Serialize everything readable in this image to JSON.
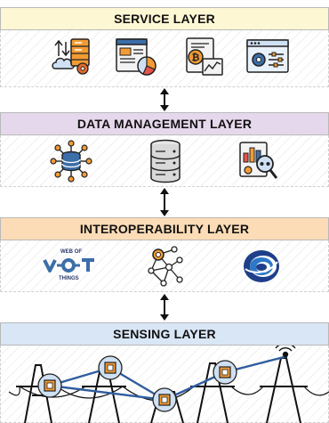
{
  "layers": {
    "service": {
      "title": "SERVICE LAYER"
    },
    "data_management": {
      "title": "DATA MANAGEMENT LAYER"
    },
    "interoperability": {
      "title": "INTEROPERABILITY LAYER"
    },
    "sensing": {
      "title": "SENSING LAYER"
    }
  },
  "wot_logo": {
    "top": "WEB OF",
    "bottom": "THINGS"
  },
  "colors": {
    "service_header": "#fef7d4",
    "data_management_header": "#e6d8ec",
    "interoperability_header": "#fbdcb6",
    "sensing_header": "#d9e6f5",
    "icon_orange": "#f39c34",
    "icon_blue": "#3c6ea8",
    "link_blue": "#2f5d9e"
  }
}
